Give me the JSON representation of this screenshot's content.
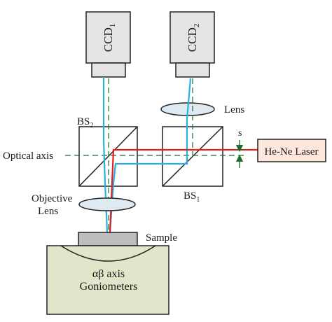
{
  "labels": {
    "ccd1": "CCD",
    "ccd1_sub": "1",
    "ccd2": "CCD",
    "ccd2_sub": "2",
    "lens": "Lens",
    "bs2": "BS",
    "bs2_sub": "2",
    "bs1": "BS",
    "bs1_sub": "1",
    "optical_axis": "Optical axis",
    "s": "s",
    "laser": "He-Ne Laser",
    "objective_line1": "Objective",
    "objective_line2": "Lens",
    "sample": "Sample",
    "goniometer_line1": "αβ axis",
    "goniometer_line2": "Goniometers"
  },
  "colors": {
    "laser_beam": "#e0201e",
    "imaging_beam": "#2eaee0",
    "camera_fill": "#e4e4e4",
    "lens_fill": "#dfe9f2",
    "laser_box_fill": "#fde7dc",
    "sample_fill": "#bdbdbd",
    "goniometer_fill": "#dfe6c9",
    "axis_line": "#1e6b2f"
  }
}
